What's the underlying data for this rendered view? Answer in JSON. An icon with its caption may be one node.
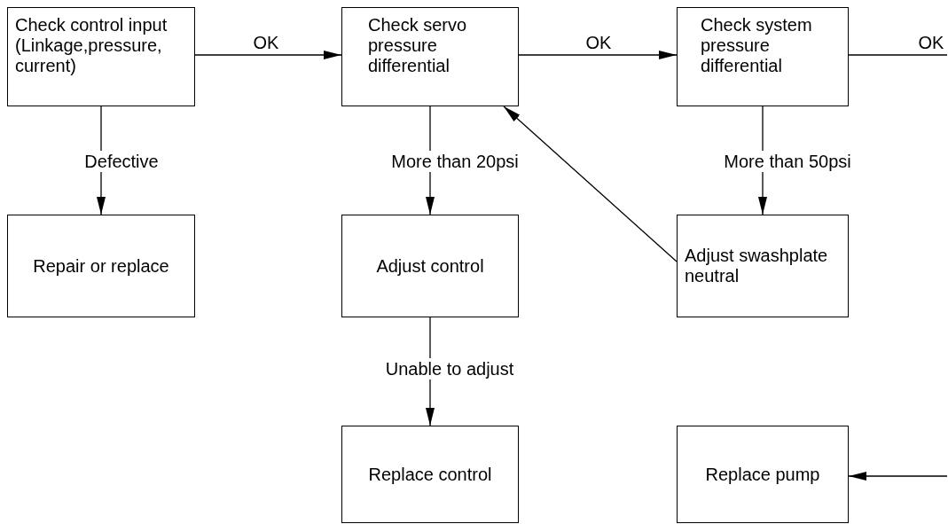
{
  "diagram": {
    "nodes": [
      {
        "text": [
          "Check control input (Linkage,pressure, current)"
        ]
      },
      {
        "text": [
          "Check servo pressure differential"
        ]
      },
      {
        "text": [
          "Check system pressure differential"
        ]
      },
      {
        "text": [
          "Repair or replace"
        ]
      },
      {
        "text": [
          "Adjust control"
        ]
      },
      {
        "text": [
          "Adjust swashplate neutral"
        ]
      },
      {
        "text": [
          "Replace control"
        ]
      },
      {
        "text": [
          "Replace pump"
        ]
      }
    ],
    "edges": [
      {
        "from": 0,
        "to": 1,
        "arrow": "to",
        "label": "OK"
      },
      {
        "from": 1,
        "to": 2,
        "arrow": "to",
        "label": "OK"
      },
      {
        "from": 2,
        "to": null,
        "arrow": "none",
        "label": "OK"
      },
      {
        "from": 0,
        "to": 3,
        "arrow": "to",
        "label": "Defective"
      },
      {
        "from": 1,
        "to": 4,
        "arrow": "to",
        "label": "More than 20psi"
      },
      {
        "from": 2,
        "to": 5,
        "arrow": "to",
        "label": "More than 50psi"
      },
      {
        "from": 5,
        "to": 1,
        "arrow": "to"
      },
      {
        "from": 4,
        "to": 6,
        "arrow": "to",
        "label": "Unable to adjust"
      },
      {
        "from": null,
        "to": 7,
        "arrow": "to"
      }
    ]
  }
}
